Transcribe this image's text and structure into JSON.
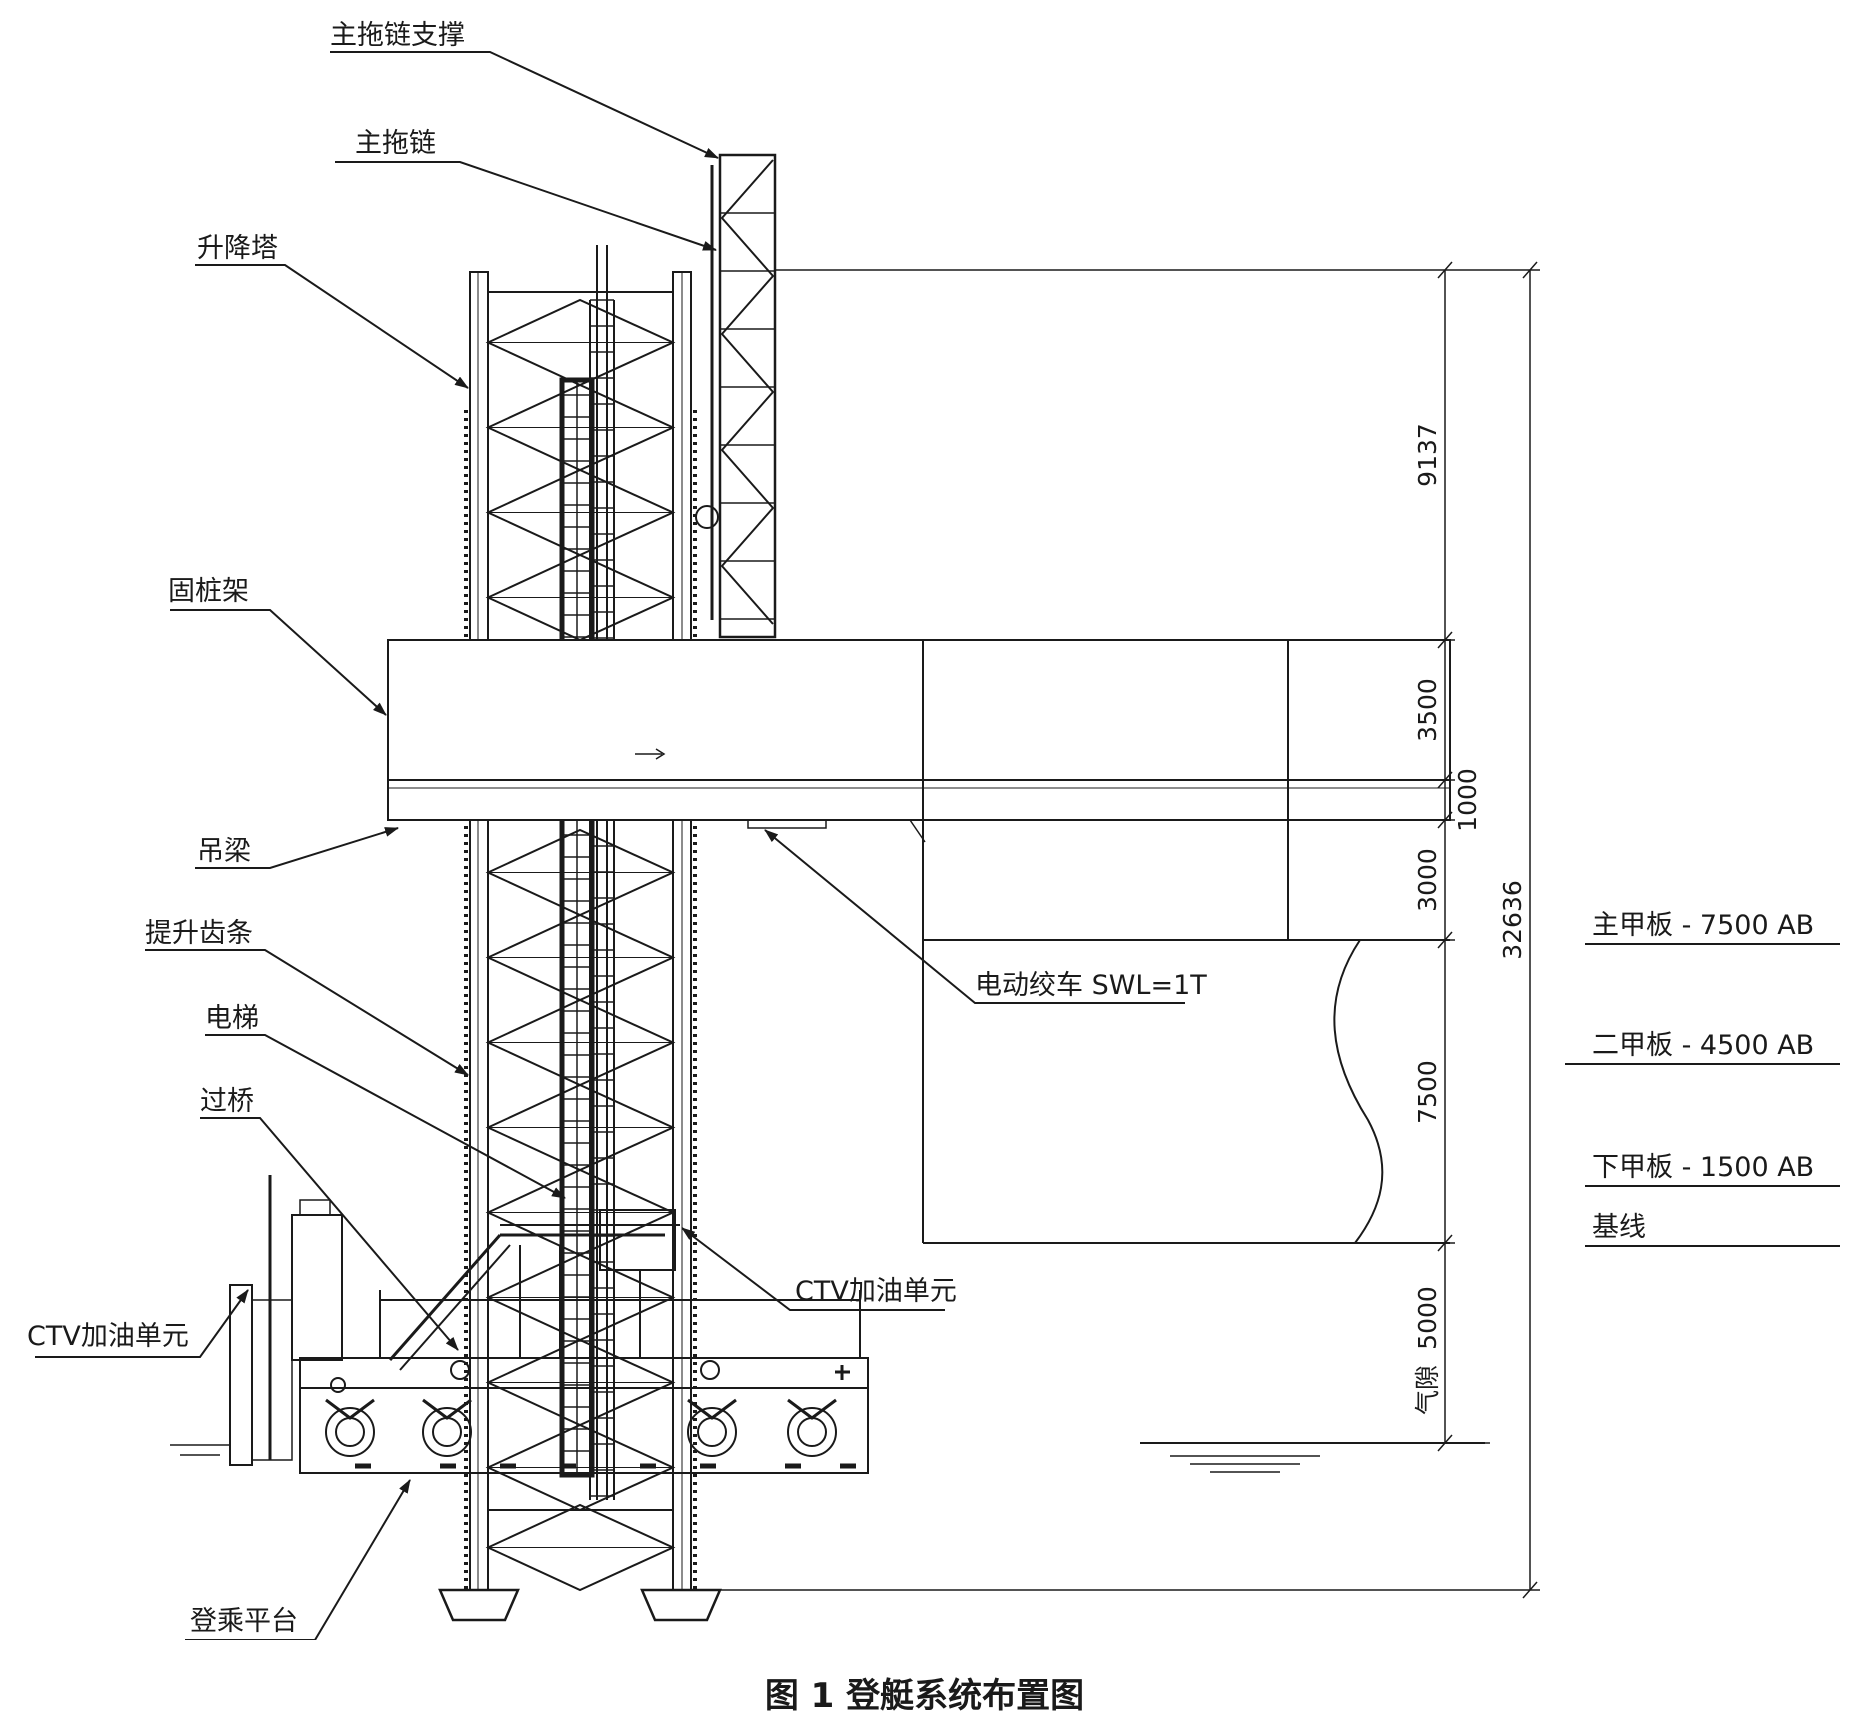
{
  "callouts": {
    "drag_chain_support": "主拖链支撑",
    "drag_chain": "主拖链",
    "lifting_tower": "升降塔",
    "pile_frame": "固桩架",
    "hoist_beam": "吊梁",
    "lifting_rack": "提升齿条",
    "elevator": "电梯",
    "gangway": "过桥",
    "ctv_refuel_left": "CTV加油单元",
    "ctv_refuel_right": "CTV加油单元",
    "electric_winch": "电动绞车 SWL=1T",
    "boarding_platform": "登乘平台"
  },
  "levels": {
    "main_deck": "主甲板 - 7500 AB",
    "second_deck": "二甲板 - 4500 AB",
    "lower_deck": "下甲板 - 1500 AB",
    "baseline": "基线"
  },
  "dimensions": {
    "d9137": "9137",
    "d3500": "3500",
    "d1000": "1000",
    "d3000": "3000",
    "d7500": "7500",
    "d5000": "5000",
    "air_gap": "气隙",
    "total": "32636"
  },
  "caption": "图 1  登艇系统布置图"
}
